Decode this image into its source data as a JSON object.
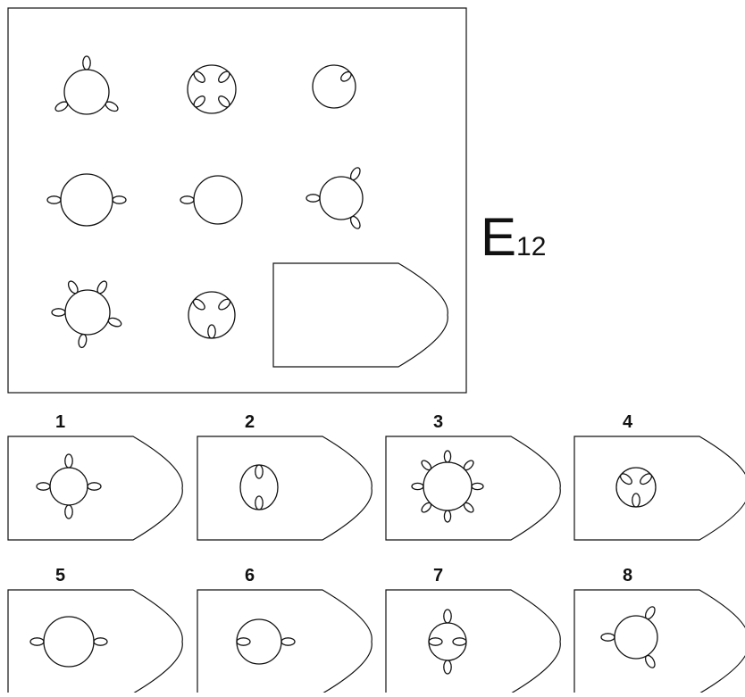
{
  "puzzle": {
    "letter": "E",
    "number": "12"
  },
  "options": [
    {
      "label": "1",
      "figure": "circle with 4 outward petals"
    },
    {
      "label": "2",
      "figure": "circle with 2 inward petals"
    },
    {
      "label": "3",
      "figure": "circle with 8 outward petals"
    },
    {
      "label": "4",
      "figure": "circle with 3 inward petals"
    },
    {
      "label": "5",
      "figure": "circle with 2 outward petals"
    },
    {
      "label": "6",
      "figure": "circle with 1 inward and 1 outward petal"
    },
    {
      "label": "7",
      "figure": "circle with 2 inward and 2 outward petals"
    },
    {
      "label": "8",
      "figure": "circle with 3 outward petals"
    }
  ]
}
